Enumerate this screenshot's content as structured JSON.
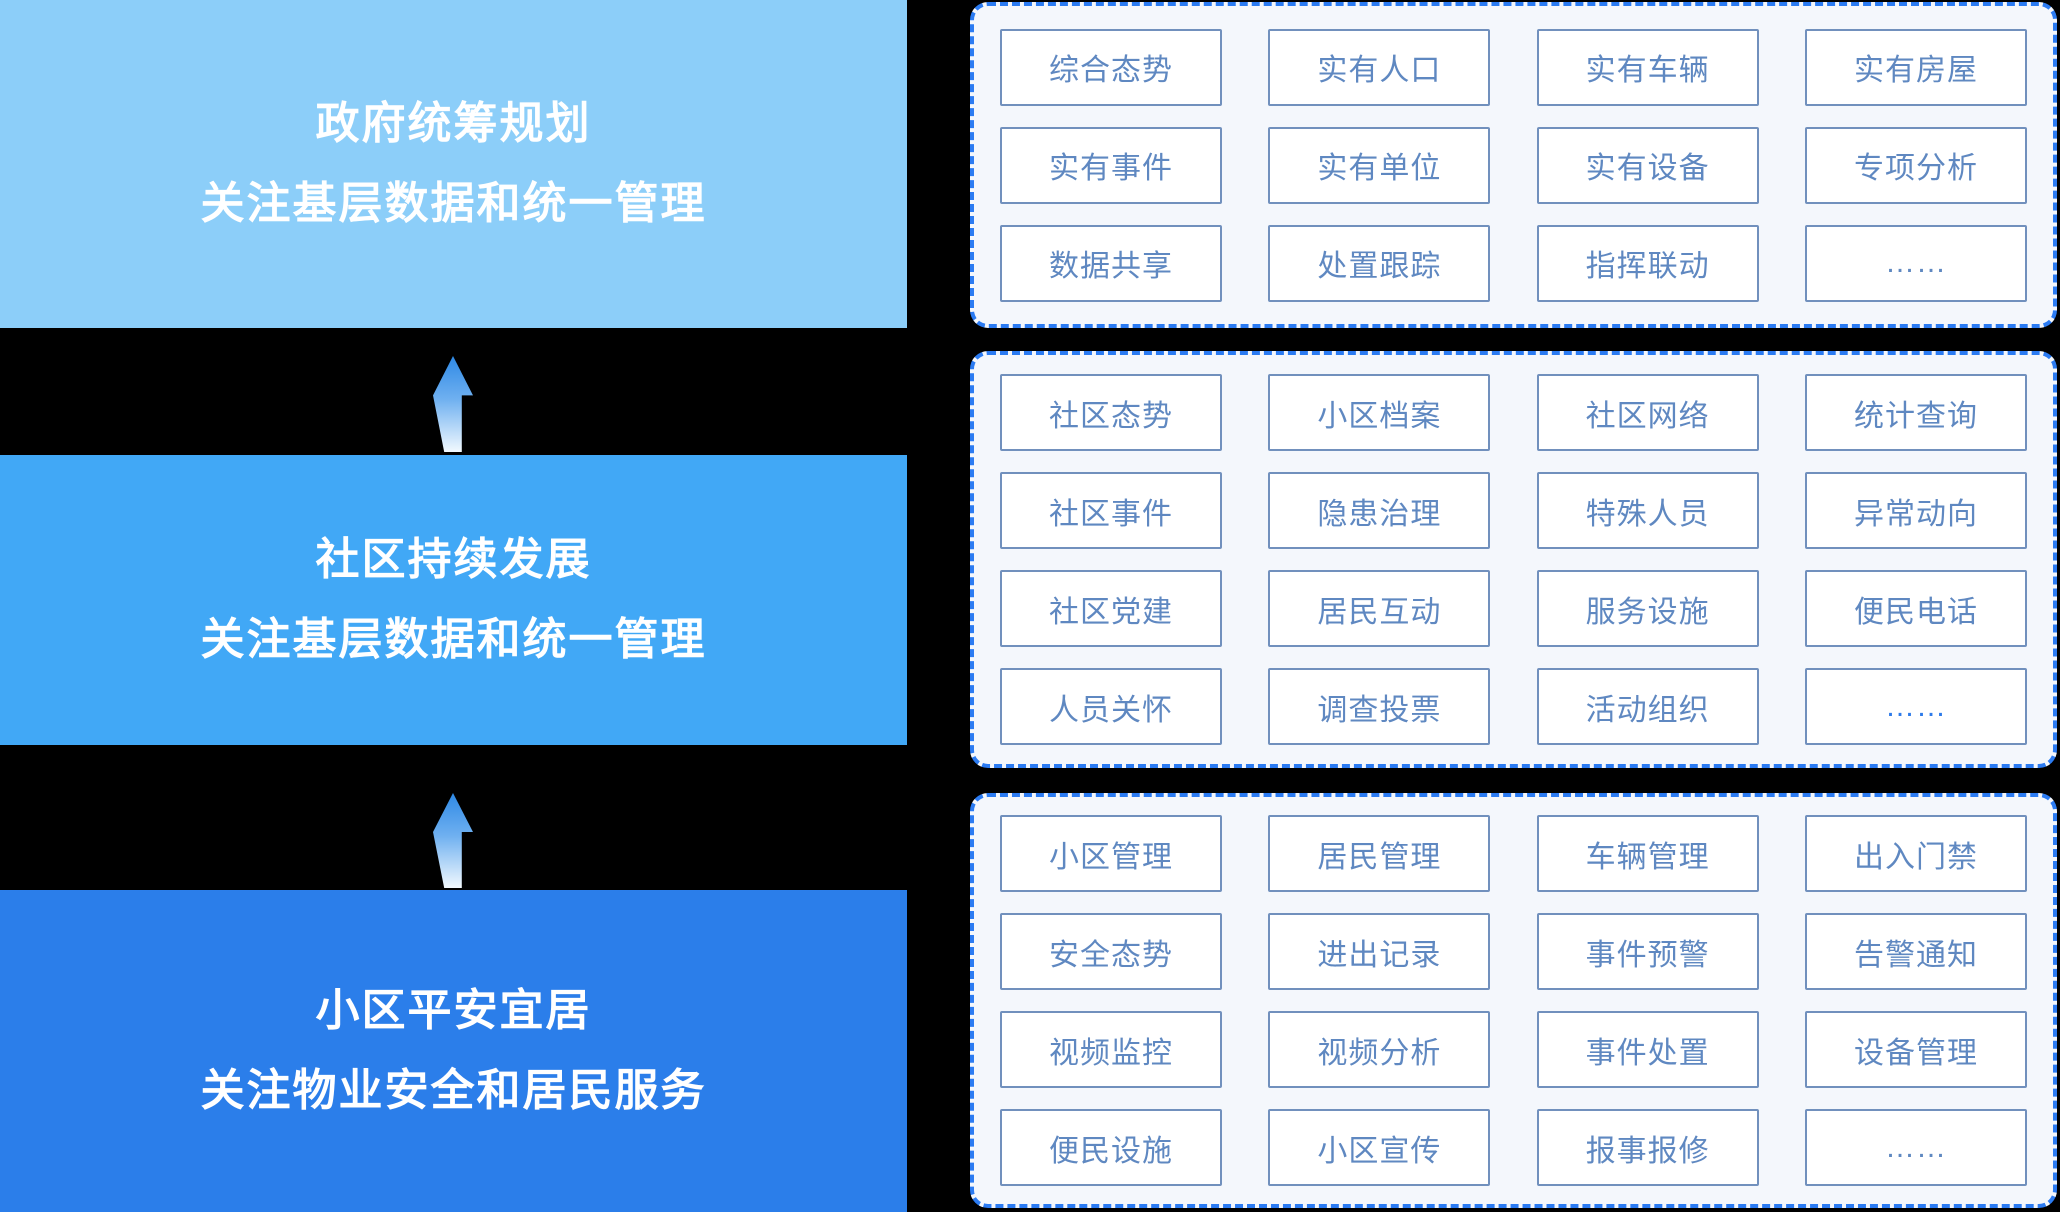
{
  "levels": [
    {
      "line1": "政府统筹规划",
      "line2": "关注基层数据和统一管理"
    },
    {
      "line1": "社区持续发展",
      "line2": "关注基层数据和统一管理"
    },
    {
      "line1": "小区平安宜居",
      "line2": "关注物业安全和居民服务"
    }
  ],
  "panels": [
    {
      "items": [
        "综合态势",
        "实有人口",
        "实有车辆",
        "实有房屋",
        "实有事件",
        "实有单位",
        "实有设备",
        "专项分析",
        "数据共享",
        "处置跟踪",
        "指挥联动",
        "……"
      ],
      "accent_item_index": -1
    },
    {
      "items": [
        "社区态势",
        "小区档案",
        "社区网络",
        "统计查询",
        "社区事件",
        "隐患治理",
        "特殊人员",
        "异常动向",
        "社区党建",
        "居民互动",
        "服务设施",
        "便民电话",
        "人员关怀",
        "调查投票",
        "活动组织",
        "……"
      ],
      "accent_item_index": 15
    },
    {
      "items": [
        "小区管理",
        "居民管理",
        "车辆管理",
        "出入门禁",
        "安全态势",
        "进出记录",
        "事件预警",
        "告警通知",
        "视频监控",
        "视频分析",
        "事件处置",
        "设备管理",
        "便民设施",
        "小区宣传",
        "报事报修",
        "……"
      ],
      "accent_item_index": -1
    }
  ],
  "colors": {
    "level1_bg": "#8CCEF9",
    "level2_bg": "#41A8F6",
    "level3_bg": "#2B7EEA",
    "panel_bg": "#F4F7FC",
    "panel_border": "#2B7BF2",
    "chip_bg": "#FFFFFF",
    "chip_border": "#7190BD",
    "chip_text": "#5F88C1",
    "ellipsis_accent": "#2E7BEA",
    "level_text": "#FFFFFF",
    "arrow_top": "#2E89E5",
    "arrow_bottom": "#F2F9FE",
    "background": "#000000"
  }
}
